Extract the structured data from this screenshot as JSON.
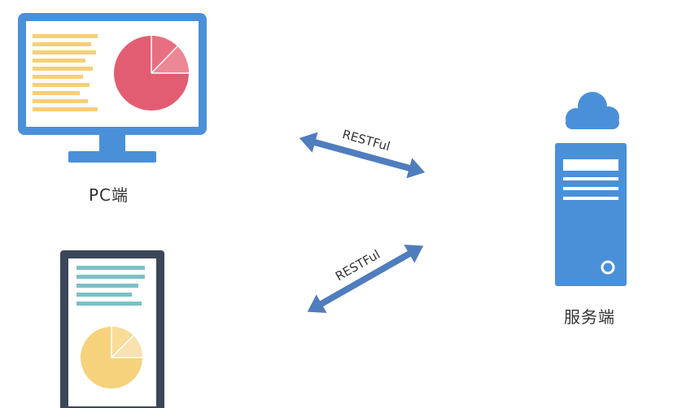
{
  "nodes": {
    "pc": {
      "label": "PC端"
    },
    "server": {
      "label": "服务端"
    }
  },
  "connections": [
    {
      "from": "pc",
      "to": "server",
      "label": "RESTFul",
      "bidirectional": true
    },
    {
      "from": "tablet",
      "to": "server",
      "label": "RESTFul",
      "bidirectional": true
    }
  ],
  "colors": {
    "monitor_blue": "#4a90d9",
    "screen_white": "#ffffff",
    "text_lines_yellow": "#f5cf7a",
    "pie_red": "#e35d72",
    "tablet_frame": "#3b4659",
    "tablet_lines_teal": "#7cc0c5",
    "pie_yellow": "#f6d27c",
    "arrow_blue": "#4f7dbd",
    "server_blue": "#4a90d9",
    "cloud_blue": "#4a90d9"
  },
  "icons": {
    "pc": "desktop-monitor-icon",
    "tablet": "tablet-icon",
    "server": "server-tower-icon",
    "cloud": "cloud-icon"
  }
}
